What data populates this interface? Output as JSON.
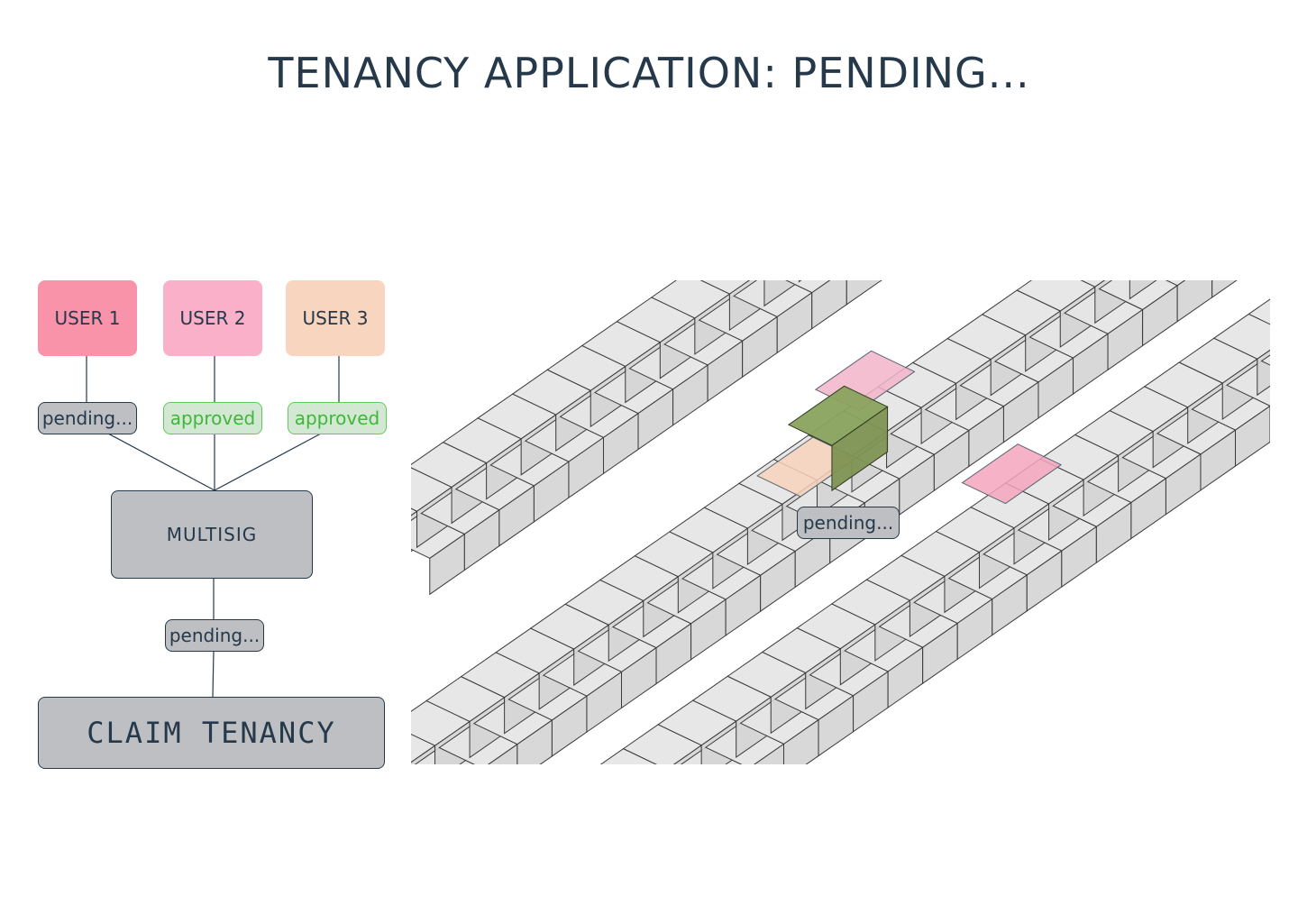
{
  "title": "TENANCY APPLICATION: PENDING...",
  "flow": {
    "users": [
      {
        "label": "USER 1",
        "color": "#f893aa",
        "status": "pending..."
      },
      {
        "label": "USER 2",
        "color": "#f9b0c8",
        "status": "approved"
      },
      {
        "label": "USER 3",
        "color": "#f8d5bf",
        "status": "approved"
      }
    ],
    "multisig_label": "MULTISIG",
    "multisig_status": "pending...",
    "claim_label": "CLAIM TENANCY"
  },
  "map": {
    "badge": "pending...",
    "colors": {
      "unit_fill": "#e6e6e6",
      "unit_stroke": "#3a3a3a",
      "selected": "#8aa35e",
      "user1": "#f4a6bd",
      "user2": "#f2b4c8",
      "user3": "#f6d2bb"
    }
  },
  "colors": {
    "pending_bg": "#bdbfc3",
    "approved_bg": "#d3e8d2",
    "approved_text": "#3fb63c",
    "text": "#25394a"
  }
}
